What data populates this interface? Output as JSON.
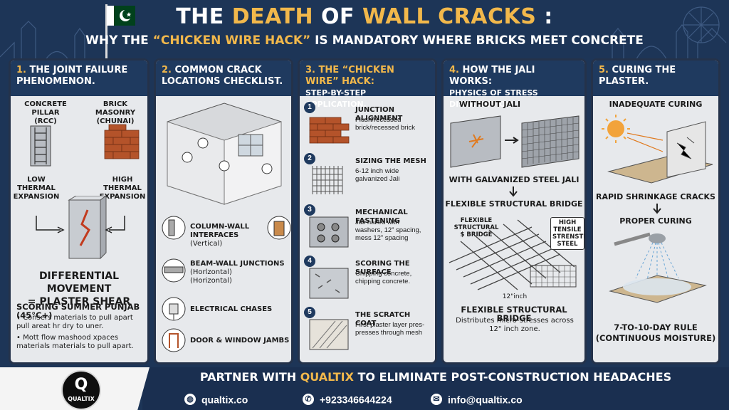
{
  "header": {
    "title_pre": "THE ",
    "title_accent1": "DEATH",
    "title_mid": " OF ",
    "title_accent2": "WALL CRACKS",
    "title_post": " :",
    "subtitle_pre": "WHY THE ",
    "subtitle_accent": "“CHICKEN WIRE HACK”",
    "subtitle_post": " IS MANDATORY WHERE BRICKS MEET CONCRETE"
  },
  "panel1": {
    "num": "1.",
    "title": "THE JOINT FAILURE PHENOMENON.",
    "concrete_label": "CONCRETE PILLAR",
    "concrete_sub": "(RCC)",
    "brick_label": "BRICK MASONRY",
    "brick_sub": "(CHUNAI)",
    "low_label": "LOW THERMAL EXPANSION",
    "high_label": "HIGH THERMAL EXPANSION",
    "diff_line1": "DIFFERENTIAL MOVEMENT",
    "diff_line2": "= PLASTER SHEAR",
    "scoring_title": "SCORING SUMMER PUNJAB (45°C+)",
    "bullet1": "Consers materials to pull apart pull areat hr dry to uner.",
    "bullet2": "Mott flow mashood xpaces materials materials to pull apart."
  },
  "panel2": {
    "num": "2.",
    "title": "COMMON CRACK LOCATIONS CHECKLIST.",
    "item1_title": "COLUMN-WALL INTERFACES",
    "item1_sub": "(Vertical)",
    "item2_title": "BEAM-WALL JUNCTIONS",
    "item2_sub1": "(Horlzontal)",
    "item2_sub2": "(Horizontal)",
    "item3_title": "ELECTRICAL CHASES",
    "item4_title": "DOOR & WINDOW JAMBS"
  },
  "panel3": {
    "num": "3.",
    "title_accent": "THE “CHICKEN WIRE” HACK:",
    "title_sub": "STEP-BY-STEP APPLICATION.",
    "steps": [
      {
        "n": "1",
        "title": "JUNCTION ALIGNMENT",
        "desc": "Flush/recessed brick/recessed brick"
      },
      {
        "n": "2",
        "title": "SIZING THE MESH",
        "desc": "6-12 inch wide galvanized Jali"
      },
      {
        "n": "3",
        "title": "MECHANICAL FASTENING",
        "desc": "Jali nailed with washers, 12” spacing, mess 12” spacing"
      },
      {
        "n": "4",
        "title": "SCORING THE SURFACE",
        "desc": "Chipping concrete, chipping concrete."
      },
      {
        "n": "5",
        "title": "THE SCRATCH COAT",
        "desc": "First plaster layer pres-presses through mesh"
      }
    ]
  },
  "panel4": {
    "num": "4.",
    "title": "HOW THE JALI WORKS:",
    "title_sub": "PHYSICS OF STRESS DISTRIBUTION.",
    "without": "WITHOUT JALI",
    "with": "WITH GALVANIZED STEEL JALI",
    "flex1": "FLEXIBLE STRUCTURAL BRIDGE",
    "flex_small": "FLEXIBLE STRUCTURAL $ BRIDGE",
    "high_tensile": "HIGH TENSILE STRENSTH STEEL",
    "dim": "12\"inch",
    "flex2": "FLEXIBLE STRUCTURAL BRIDGE",
    "desc": "Distributes micro-stresses across 12\" inch zone."
  },
  "panel5": {
    "num": "5.",
    "title": "CURING THE PLASTER.",
    "inadequate": "INADEQUATE CURING",
    "rapid": "RAPID SHRINKAGE CRACKS",
    "proper": "PROPER CURING",
    "rule1": "7-TO-10-DAY RULE",
    "rule2": "(CONTINUOUS MOISTURE)"
  },
  "footer": {
    "logo_letter": "Q",
    "logo_name": "QUALTIX",
    "partner_pre": "PARTNER WITH ",
    "partner_accent": "QUALTIX",
    "partner_post": " TO ELIMINATE POST-CONSTRUCTION HEADACHES",
    "website": "qualtix.co",
    "phone": "+923346644224",
    "email": "info@qualtix.co"
  },
  "colors": {
    "navy": "#1d3557",
    "accent": "#f2b84b",
    "panel_bg": "#e7e9ec",
    "panel_head": "#1f3a5f"
  }
}
